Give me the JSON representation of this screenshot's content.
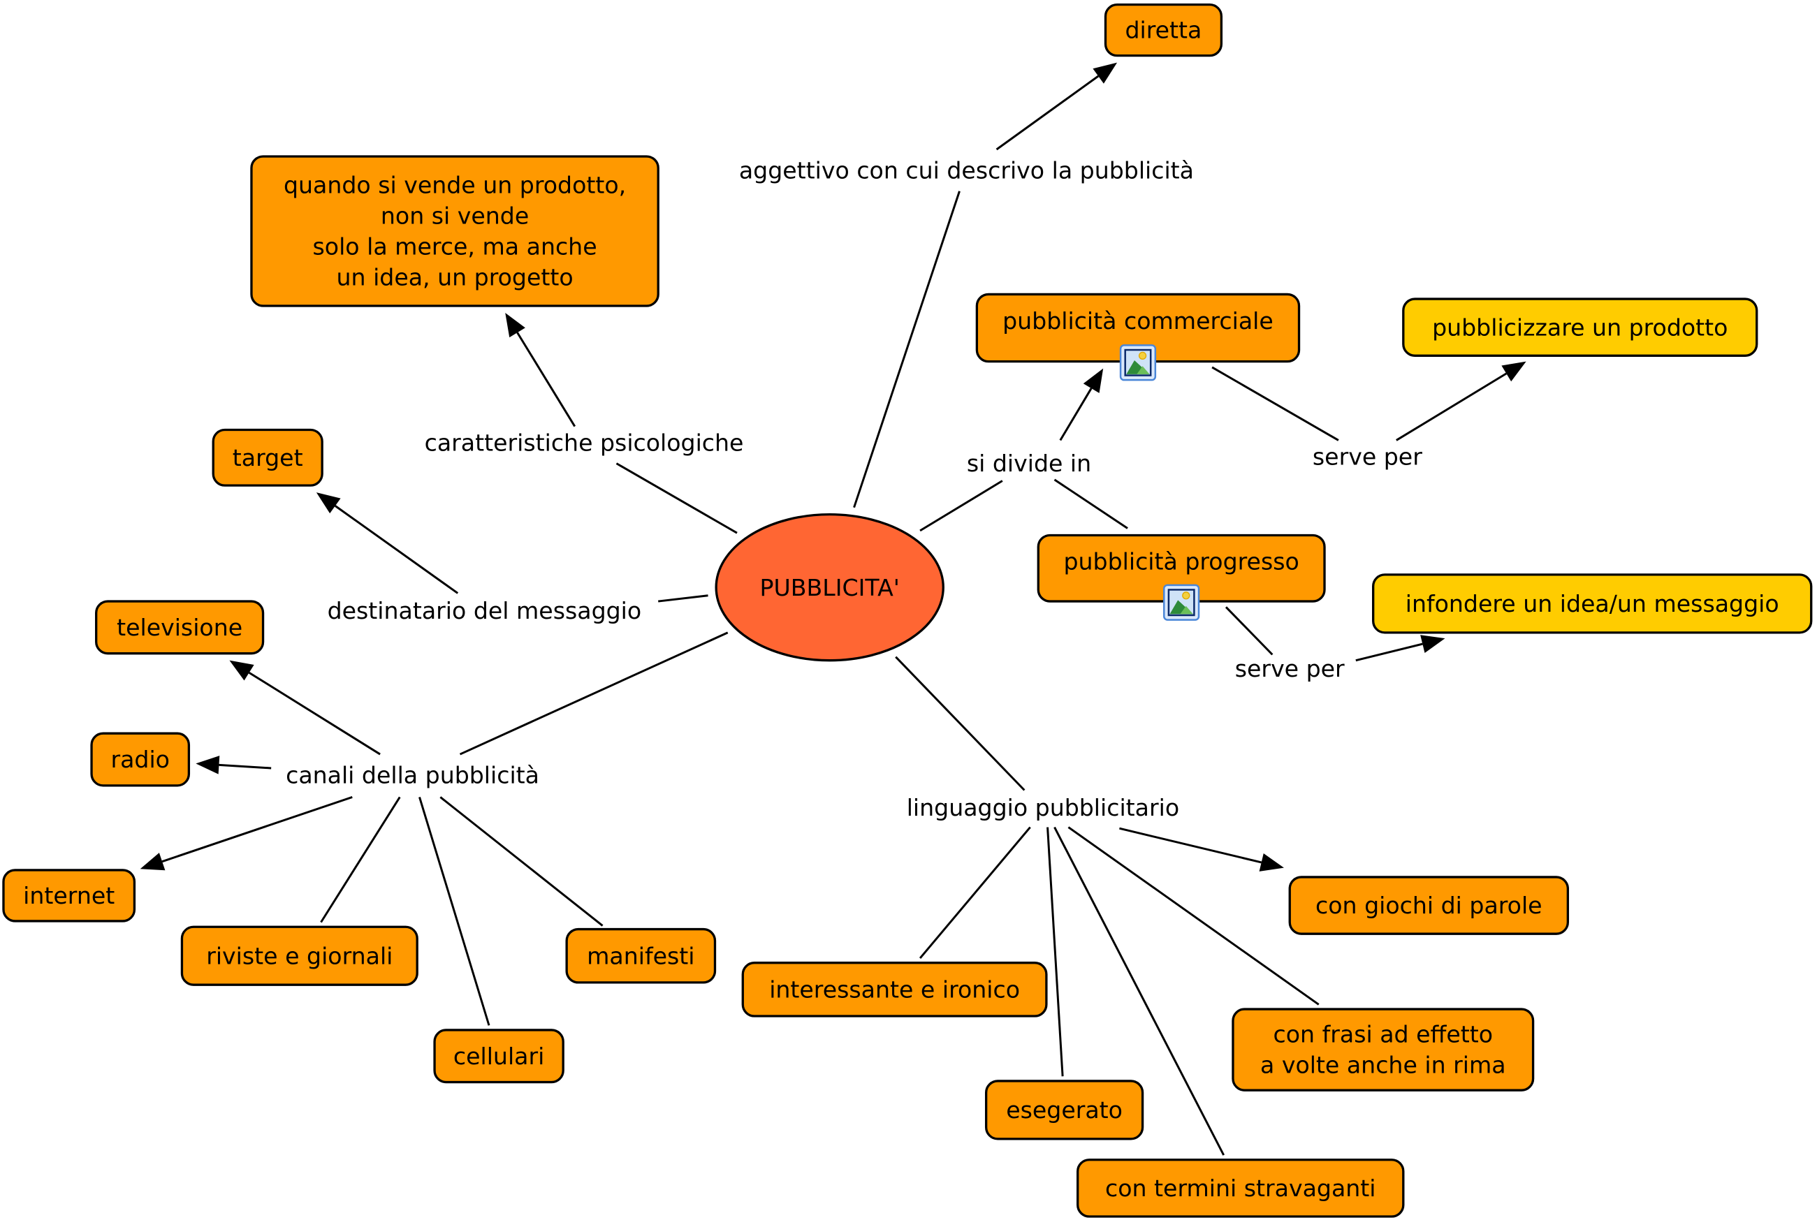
{
  "colors": {
    "central": "#ff6633",
    "concept": "#ff9900",
    "purpose": "#ffcc00",
    "outline": "#000000",
    "background": "#ffffff"
  },
  "central": {
    "id": "pubblicita",
    "label": "PUBBLICITA'"
  },
  "concepts": [
    {
      "id": "diretta",
      "lines": [
        "diretta"
      ],
      "style": "concept"
    },
    {
      "id": "quando",
      "lines": [
        "quando si vende un prodotto,",
        "non si vende",
        "solo la merce, ma anche",
        "un idea, un progetto"
      ],
      "style": "concept"
    },
    {
      "id": "commerciale",
      "lines": [
        "pubblicità commerciale"
      ],
      "style": "concept",
      "image_icon": true
    },
    {
      "id": "prodotto",
      "lines": [
        "pubblicizzare un prodotto"
      ],
      "style": "purpose"
    },
    {
      "id": "target",
      "lines": [
        "target"
      ],
      "style": "concept"
    },
    {
      "id": "progresso",
      "lines": [
        "pubblicità progresso"
      ],
      "style": "concept",
      "image_icon": true
    },
    {
      "id": "infondere",
      "lines": [
        "infondere un idea/un messaggio"
      ],
      "style": "purpose"
    },
    {
      "id": "televisione",
      "lines": [
        "televisione"
      ],
      "style": "concept"
    },
    {
      "id": "radio",
      "lines": [
        "radio"
      ],
      "style": "concept"
    },
    {
      "id": "internet",
      "lines": [
        "internet"
      ],
      "style": "concept"
    },
    {
      "id": "riviste",
      "lines": [
        "riviste e giornali"
      ],
      "style": "concept"
    },
    {
      "id": "cellulari",
      "lines": [
        "cellulari"
      ],
      "style": "concept"
    },
    {
      "id": "manifesti",
      "lines": [
        "manifesti"
      ],
      "style": "concept"
    },
    {
      "id": "giochi",
      "lines": [
        "con giochi di parole"
      ],
      "style": "concept"
    },
    {
      "id": "ironico",
      "lines": [
        "interessante e ironico"
      ],
      "style": "concept"
    },
    {
      "id": "frasi",
      "lines": [
        "con frasi ad effetto",
        "a volte anche in rima"
      ],
      "style": "concept"
    },
    {
      "id": "esegerato",
      "lines": [
        "esegerato"
      ],
      "style": "concept"
    },
    {
      "id": "termini",
      "lines": [
        "con termini stravaganti"
      ],
      "style": "concept"
    }
  ],
  "linking_phrases": [
    {
      "id": "aggettivo",
      "label": "aggettivo con cui descrivo la pubblicità"
    },
    {
      "id": "psicologiche",
      "label": "caratteristiche psicologiche"
    },
    {
      "id": "divide",
      "label": "si divide in"
    },
    {
      "id": "serve1",
      "label": "serve per"
    },
    {
      "id": "serve2",
      "label": "serve per"
    },
    {
      "id": "destinatario",
      "label": "destinatario del messaggio"
    },
    {
      "id": "canali",
      "label": "canali della pubblicità"
    },
    {
      "id": "linguaggio",
      "label": "linguaggio pubblicitario"
    }
  ],
  "connections": [
    {
      "from": "pubblicita",
      "to": "aggettivo",
      "arrow": false
    },
    {
      "from": "aggettivo",
      "to": "diretta",
      "arrow": true
    },
    {
      "from": "pubblicita",
      "to": "psicologiche",
      "arrow": false
    },
    {
      "from": "psicologiche",
      "to": "quando",
      "arrow": true
    },
    {
      "from": "pubblicita",
      "to": "divide",
      "arrow": false
    },
    {
      "from": "divide",
      "to": "commerciale",
      "arrow": true
    },
    {
      "from": "divide",
      "to": "progresso",
      "arrow": false
    },
    {
      "from": "commerciale",
      "to": "serve1",
      "arrow": false
    },
    {
      "from": "serve1",
      "to": "prodotto",
      "arrow": true
    },
    {
      "from": "progresso",
      "to": "serve2",
      "arrow": false
    },
    {
      "from": "serve2",
      "to": "infondere",
      "arrow": true
    },
    {
      "from": "pubblicita",
      "to": "destinatario",
      "arrow": false
    },
    {
      "from": "destinatario",
      "to": "target",
      "arrow": true
    },
    {
      "from": "pubblicita",
      "to": "canali",
      "arrow": false
    },
    {
      "from": "canali",
      "to": "televisione",
      "arrow": true
    },
    {
      "from": "canali",
      "to": "radio",
      "arrow": true
    },
    {
      "from": "canali",
      "to": "internet",
      "arrow": true
    },
    {
      "from": "canali",
      "to": "riviste",
      "arrow": false
    },
    {
      "from": "canali",
      "to": "cellulari",
      "arrow": false
    },
    {
      "from": "canali",
      "to": "manifesti",
      "arrow": false
    },
    {
      "from": "pubblicita",
      "to": "linguaggio",
      "arrow": false
    },
    {
      "from": "linguaggio",
      "to": "giochi",
      "arrow": true
    },
    {
      "from": "linguaggio",
      "to": "ironico",
      "arrow": false
    },
    {
      "from": "linguaggio",
      "to": "esegerato",
      "arrow": false
    },
    {
      "from": "linguaggio",
      "to": "termini",
      "arrow": false
    },
    {
      "from": "linguaggio",
      "to": "frasi",
      "arrow": false
    }
  ]
}
